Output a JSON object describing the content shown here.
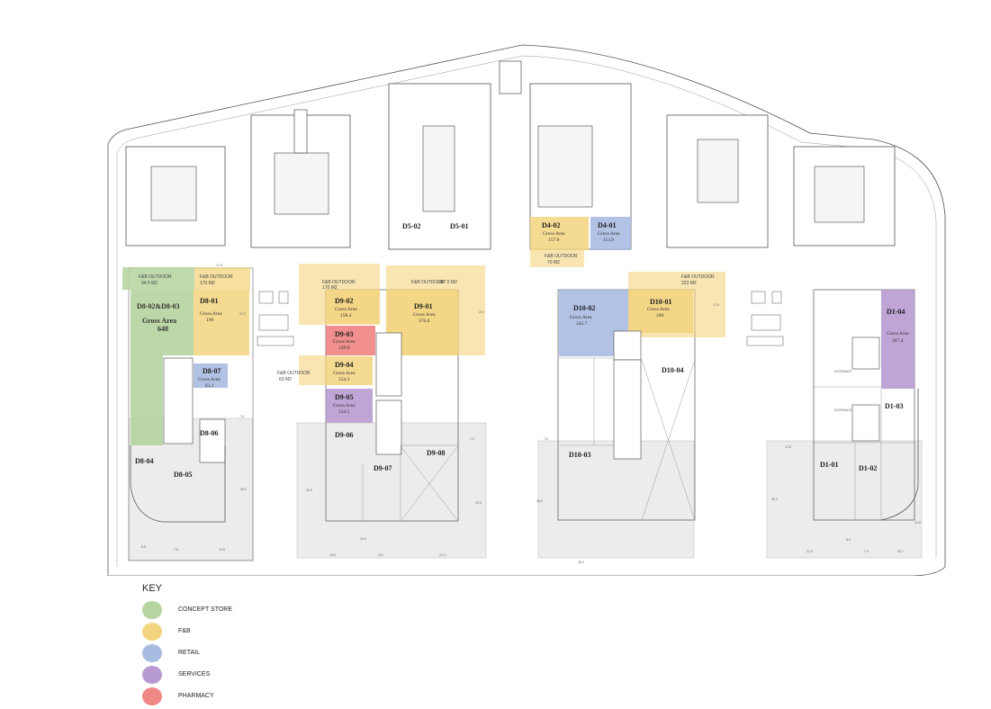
{
  "colors": {
    "concept": "#b6d49f",
    "fnb": "#f3d47f",
    "retail": "#a8bbe1",
    "services": "#b89ad2",
    "pharmacy": "#f08888"
  },
  "towers": {
    "d5_left": "D5-02",
    "d5_right": "D5-01",
    "d4_left": "D4-02",
    "d4_left_area": "Gross Area",
    "d4_left_value": "157.8",
    "d4_right": "D4-01",
    "d4_right_area": "Gross Area",
    "d4_right_value": "113.9",
    "d4_outdoor": "F&B OUTDOOR",
    "d4_outdoor_area": "70 M2"
  },
  "block_d8": {
    "outdoor1": "F&B OUTDOOR",
    "outdoor1_area": "94.5 M2",
    "outdoor2": "F&B OUTDOOR",
    "outdoor2_area": "170 M2",
    "concept_code": "D8-02&D8-03",
    "concept_area": "Gross Area",
    "concept_value": "648",
    "d801": "D8-01",
    "d801_area": "Gross Area",
    "d801_value": "198",
    "d807": "D8-07",
    "d807_area": "Gross Area",
    "d807_value": "81.1",
    "d806": "D8-06",
    "d804": "D8-04",
    "d805": "D8-05"
  },
  "block_d9": {
    "outdoor1": "F&B OUTDOOR",
    "outdoor1_area": "170 M2",
    "outdoor2": "F&B OUTDOOR",
    "outdoor2_area": "287.5 M2",
    "outdoor3": "F&B OUTDOOR",
    "outdoor3_area": "63 M2",
    "d902": "D9-02",
    "d902_area": "Gross Area",
    "d902_value": "158.4",
    "d901": "D9-01",
    "d901_area": "Gross Area",
    "d901_value": "376.8",
    "d903": "D9-03",
    "d903_area": "Gross Area",
    "d903_value": "129.9",
    "d904": "D9-04",
    "d904_area": "Gross Area",
    "d904_value": "154.3",
    "d905": "D9-05",
    "d905_area": "Gross Area",
    "d905_value": "134.1",
    "d906": "D9-06",
    "d907": "D9-07",
    "d908": "D9-08"
  },
  "block_d10": {
    "outdoor": "F&B OUTDOOR",
    "outdoor_area": "223 M2",
    "d1002": "D10-02",
    "d1002_area": "Gross Area",
    "d1002_value": "342.7",
    "d1001": "D10-01",
    "d1001_area": "Gross Area",
    "d1001_value": "200",
    "d1004": "D10-04",
    "d1003": "D10-03"
  },
  "block_d1": {
    "d104": "D1-04",
    "d104_area": "Gross Area",
    "d104_value": "287.4",
    "d103": "D1-03",
    "d101": "D1-01",
    "d102": "D1-02",
    "entrance1": "ENTRANCE",
    "entrance2": "ENTRANCE"
  },
  "dims": {
    "d8_top": "17.6",
    "d8_side": "22.3",
    "d8_right": "7.8",
    "d8_long": "36.6",
    "d8_bottom_a": "7.5",
    "d8_bottom_b": "19.6",
    "d8_bottom_c": "8.5",
    "d9_side": "30.5",
    "d9_right": "29.5",
    "d9_bottom": "19.6",
    "d9_top": "10.0",
    "d9_mid": "10.7",
    "d9_total": "22.4",
    "d9_step": "7.5",
    "d10_left": "26.9",
    "d10_step": "7.8",
    "d10_bottom": "36.3",
    "d10_right": "17.9",
    "d1_left": "30.3",
    "d1_top": "12.8",
    "d1_right": "10.8",
    "d1_bottom_a": "22.5",
    "d1_bottom_b": "7.5",
    "d1_bottom_c": "42.7",
    "d1_bottom_d": "8.3",
    "outdoor_dim": "20.7"
  },
  "key": {
    "title": "KEY",
    "items": [
      {
        "label": "CONCEPT STORE",
        "color": "#b6d49f"
      },
      {
        "label": "F&B",
        "color": "#f3d47f"
      },
      {
        "label": "RETAIL",
        "color": "#a8bbe1"
      },
      {
        "label": "SERVICES",
        "color": "#b89ad2"
      },
      {
        "label": "PHARMACY",
        "color": "#f08888"
      }
    ]
  }
}
